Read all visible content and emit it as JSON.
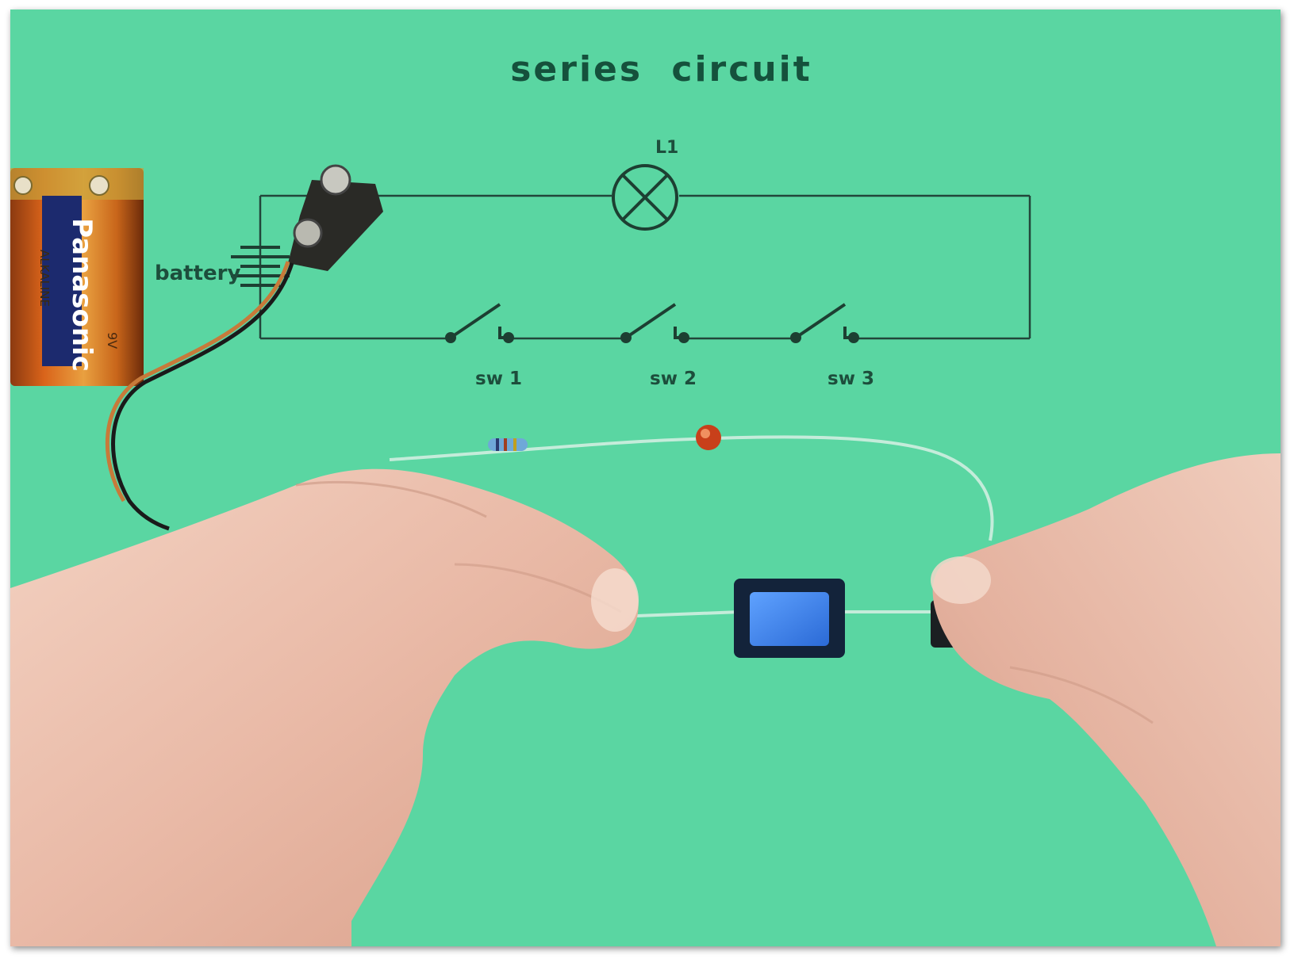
{
  "diagram": {
    "title": "series circuit",
    "lamp_label": "L1",
    "battery_label": "battery",
    "switch_labels": [
      "sw 1",
      "sw 2",
      "sw 3"
    ]
  },
  "battery_brand": {
    "name": "Panasonic",
    "type": "ALKALINE",
    "voltage": "9V"
  },
  "colors": {
    "background": "#5ad6a2",
    "ink": "#1d4e3c"
  }
}
